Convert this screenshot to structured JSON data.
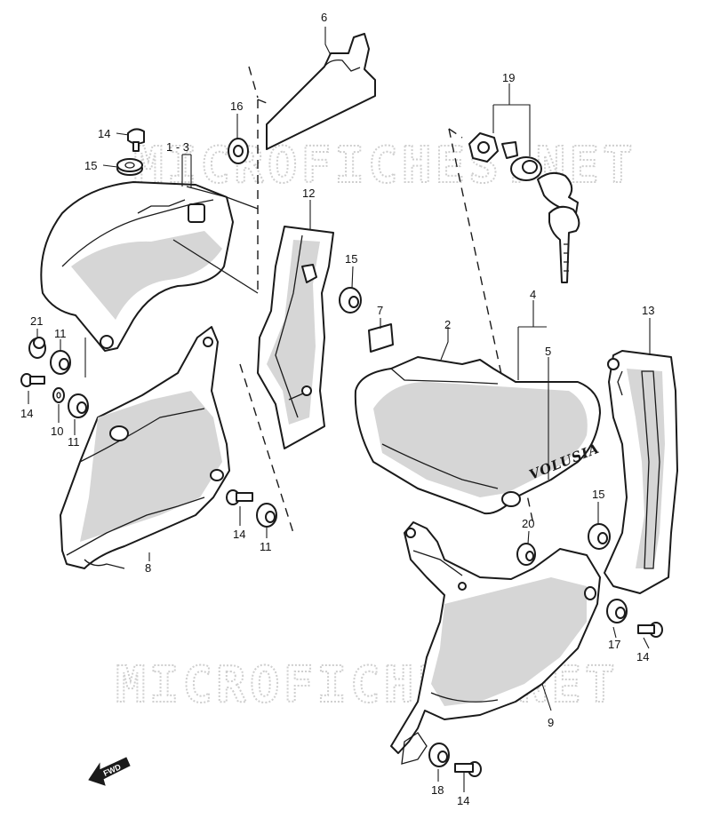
{
  "watermark": {
    "text": "MICROFICHES.NET"
  },
  "emblem_text": "VOLUSIA",
  "fwd_label": "FWD",
  "callouts": {
    "c1_3": "1 - 3",
    "c2": "2",
    "c4": "4",
    "c5": "5",
    "c6": "6",
    "c7": "7",
    "c8": "8",
    "c9": "9",
    "c10": "10",
    "c11a": "11",
    "c11b": "11",
    "c11c": "11",
    "c12": "12",
    "c13": "13",
    "c14a": "14",
    "c14b": "14",
    "c14c": "14",
    "c14d": "14",
    "c14e": "14",
    "c15a": "15",
    "c15b": "15",
    "c15c": "15",
    "c16": "16",
    "c17": "17",
    "c18": "18",
    "c19": "19",
    "c20": "20",
    "c21": "21"
  }
}
